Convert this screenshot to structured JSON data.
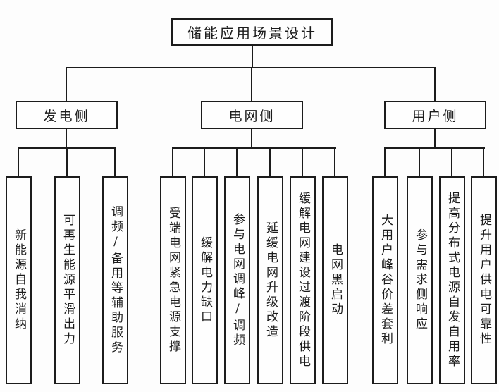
{
  "title": "储能应用场景设计",
  "branches": [
    {
      "label": "发电侧",
      "leaves": [
        "新能源自我消纳",
        "可再生能源平滑出力",
        "调频/备用等辅助服务"
      ]
    },
    {
      "label": "电网侧",
      "leaves": [
        "受端电网紧急电源支撑",
        "缓解电力缺口",
        "参与电网调峰/调频",
        "延缓电网升级改造",
        "缓解电网建设过渡阶段供电",
        "电网黑启动"
      ]
    },
    {
      "label": "用户侧",
      "leaves": [
        "大用户峰谷价差套利",
        "参与需求侧响应",
        "提高分布式电源自发自用率",
        "提升用户供电可靠性"
      ]
    }
  ],
  "colors": {
    "line": "#1c1c1c",
    "background": "#fdfdfd",
    "text": "#1c1c1c"
  }
}
